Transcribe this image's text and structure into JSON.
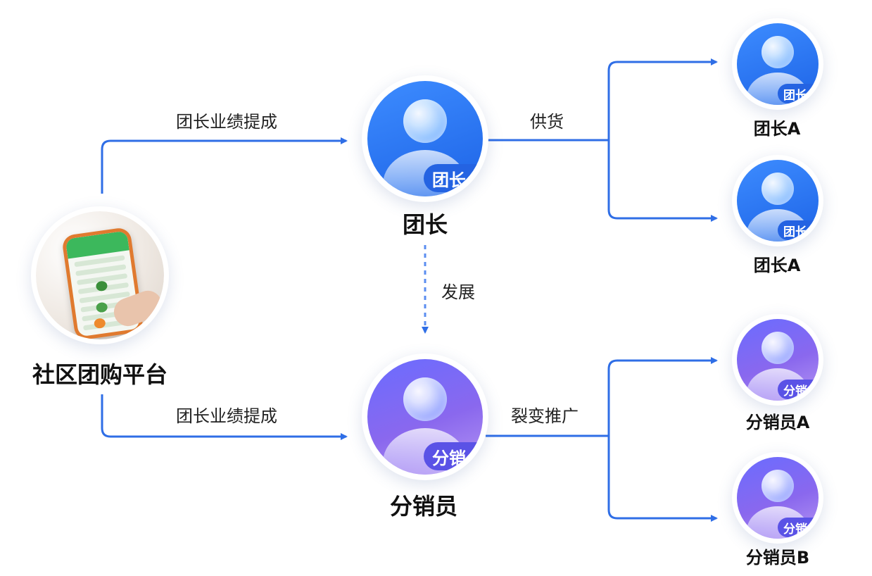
{
  "nodes": {
    "platform": {
      "title": "社区团购平台"
    },
    "leader": {
      "title": "团长",
      "badge": "团长"
    },
    "distributor": {
      "title": "分销员",
      "badge": "分销"
    },
    "leader_a1": {
      "title": "团长A",
      "badge": "团长"
    },
    "leader_a2": {
      "title": "团长A",
      "badge": "团长"
    },
    "distributor_a": {
      "title": "分销员A",
      "badge": "分销"
    },
    "distributor_b": {
      "title": "分销员B",
      "badge": "分销"
    }
  },
  "edges": {
    "platform_to_leader": "团长业绩提成",
    "platform_to_distributor": "团长业绩提成",
    "leader_supply": "供货",
    "develop": "发展",
    "fission": "裂变推广"
  },
  "colors": {
    "connector": "#2f6ee6",
    "leader_gradient": [
      "#3d8cff",
      "#1d63e6"
    ],
    "distributor_gradient": [
      "#6a6cff",
      "#b596f2"
    ]
  }
}
